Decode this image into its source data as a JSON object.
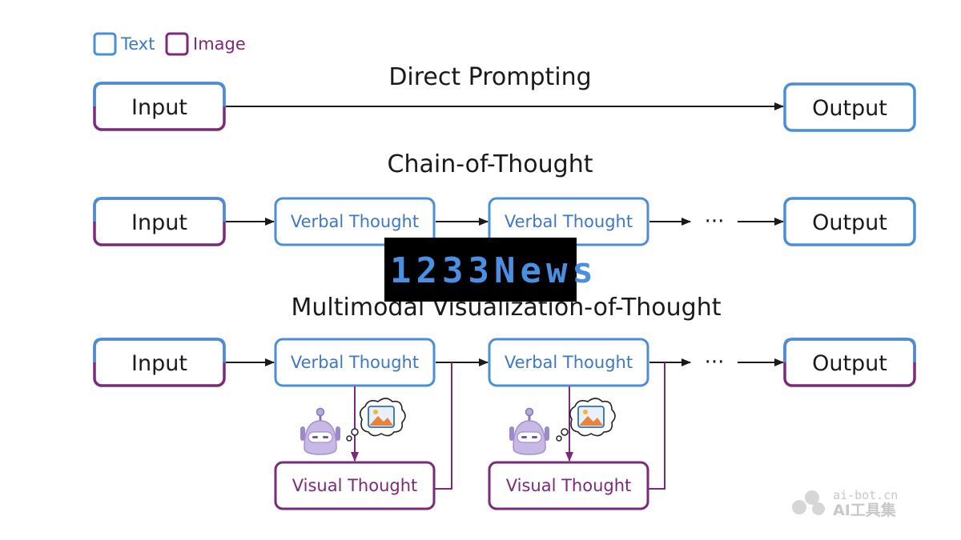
{
  "legend": {
    "text_label": "Text",
    "image_label": "Image"
  },
  "colors": {
    "text_blue": "#4a8fd6",
    "image_purple": "#7a2a78",
    "arrow": "#1a1a1a"
  },
  "sections": {
    "direct": {
      "title": "Direct Prompting",
      "input": "Input",
      "output": "Output"
    },
    "cot": {
      "title": "Chain-of-Thought",
      "input": "Input",
      "verbal_1": "Verbal Thought",
      "verbal_2": "Verbal Thought",
      "ellipsis": "···",
      "output": "Output"
    },
    "mvot": {
      "title": "Multimodal Visualization-of-Thought",
      "input": "Input",
      "verbal_1": "Verbal Thought",
      "verbal_2": "Verbal Thought",
      "visual_1": "Visual Thought",
      "visual_2": "Visual Thought",
      "ellipsis": "···",
      "output": "Output"
    }
  },
  "icons": [
    "robot-icon",
    "thought-bubble-image-icon"
  ],
  "watermark": {
    "banner": "1233News",
    "site": "ai-bot.cn",
    "brand": "AI工具集"
  }
}
